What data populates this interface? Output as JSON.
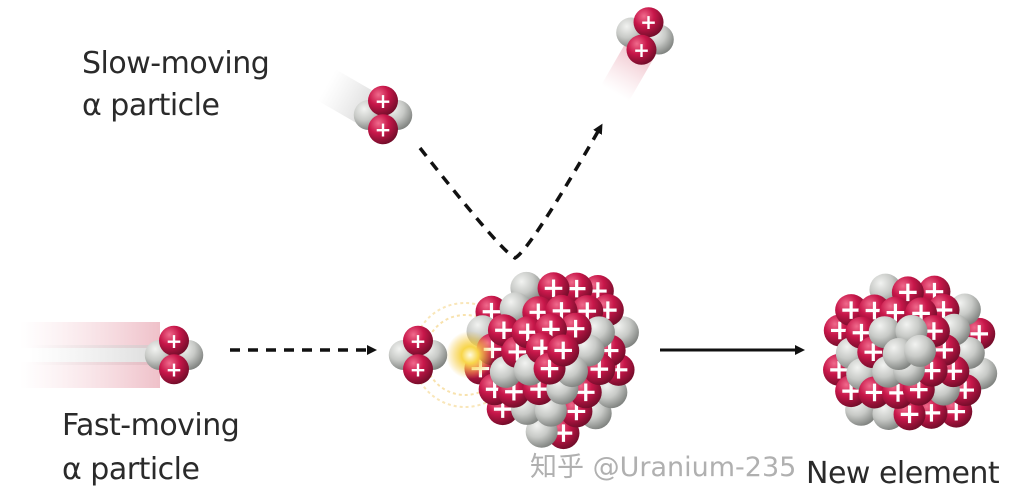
{
  "labels": {
    "slow_line1": "Slow-moving",
    "slow_line2": "α particle",
    "fast_line1": "Fast-moving",
    "fast_line2": "α particle",
    "result": "New element"
  },
  "watermark": "知乎 @Uranium-235",
  "colors": {
    "proton": "#c8174a",
    "neutron": "#c8cac7",
    "arrow": "#111111",
    "flash": "#f5c542"
  },
  "particle_symbols": {
    "proton": "+"
  }
}
